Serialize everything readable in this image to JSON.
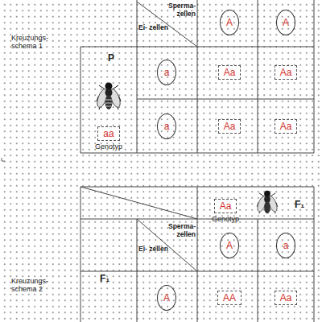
{
  "diagram": {
    "nodes": [
      {
        "text": [
          "A"
        ]
      },
      {
        "text": [
          "A"
        ]
      },
      {
        "text": [
          "aa",
          "Genotyp"
        ]
      },
      {
        "text": [
          "a"
        ]
      },
      {
        "text": [
          "Aa"
        ]
      },
      {
        "text": [
          "Aa"
        ]
      },
      {
        "text": [
          "a"
        ]
      },
      {
        "text": [
          "Aa"
        ]
      },
      {
        "text": [
          "Aa"
        ]
      },
      {
        "text": [
          "Aa",
          "Genotyp"
        ]
      },
      {
        "text": [
          "A"
        ]
      },
      {
        "text": [
          "a"
        ]
      },
      {
        "text": [
          "A"
        ]
      },
      {
        "text": [
          "AA"
        ]
      },
      {
        "text": [
          "Aa"
        ]
      }
    ],
    "labels": [
      "Sperma- zellen",
      "Ei- zellen",
      "Kreuzungs- schema 1",
      "P",
      "F₁",
      "Sperma- zellen",
      "Ei- zellen",
      "Kreuzungs- schema 2",
      "F₁"
    ]
  }
}
